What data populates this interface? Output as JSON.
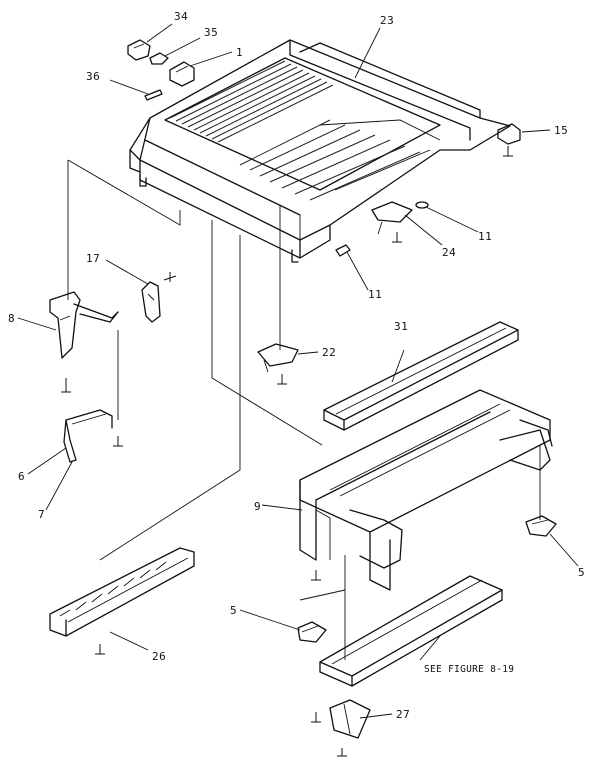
{
  "callouts": {
    "c34": "34",
    "c35": "35",
    "c1": "1",
    "c23": "23",
    "c36": "36",
    "c15": "15",
    "c11a": "11",
    "c24": "24",
    "c11b": "11",
    "c17": "17",
    "c8": "8",
    "c22": "22",
    "c31": "31",
    "c6": "6",
    "c7": "7",
    "c9": "9",
    "c5a": "5",
    "c5b": "5",
    "c26": "26",
    "c27": "27"
  },
  "note": {
    "see_figure": "SEE FIGURE 8-19"
  }
}
